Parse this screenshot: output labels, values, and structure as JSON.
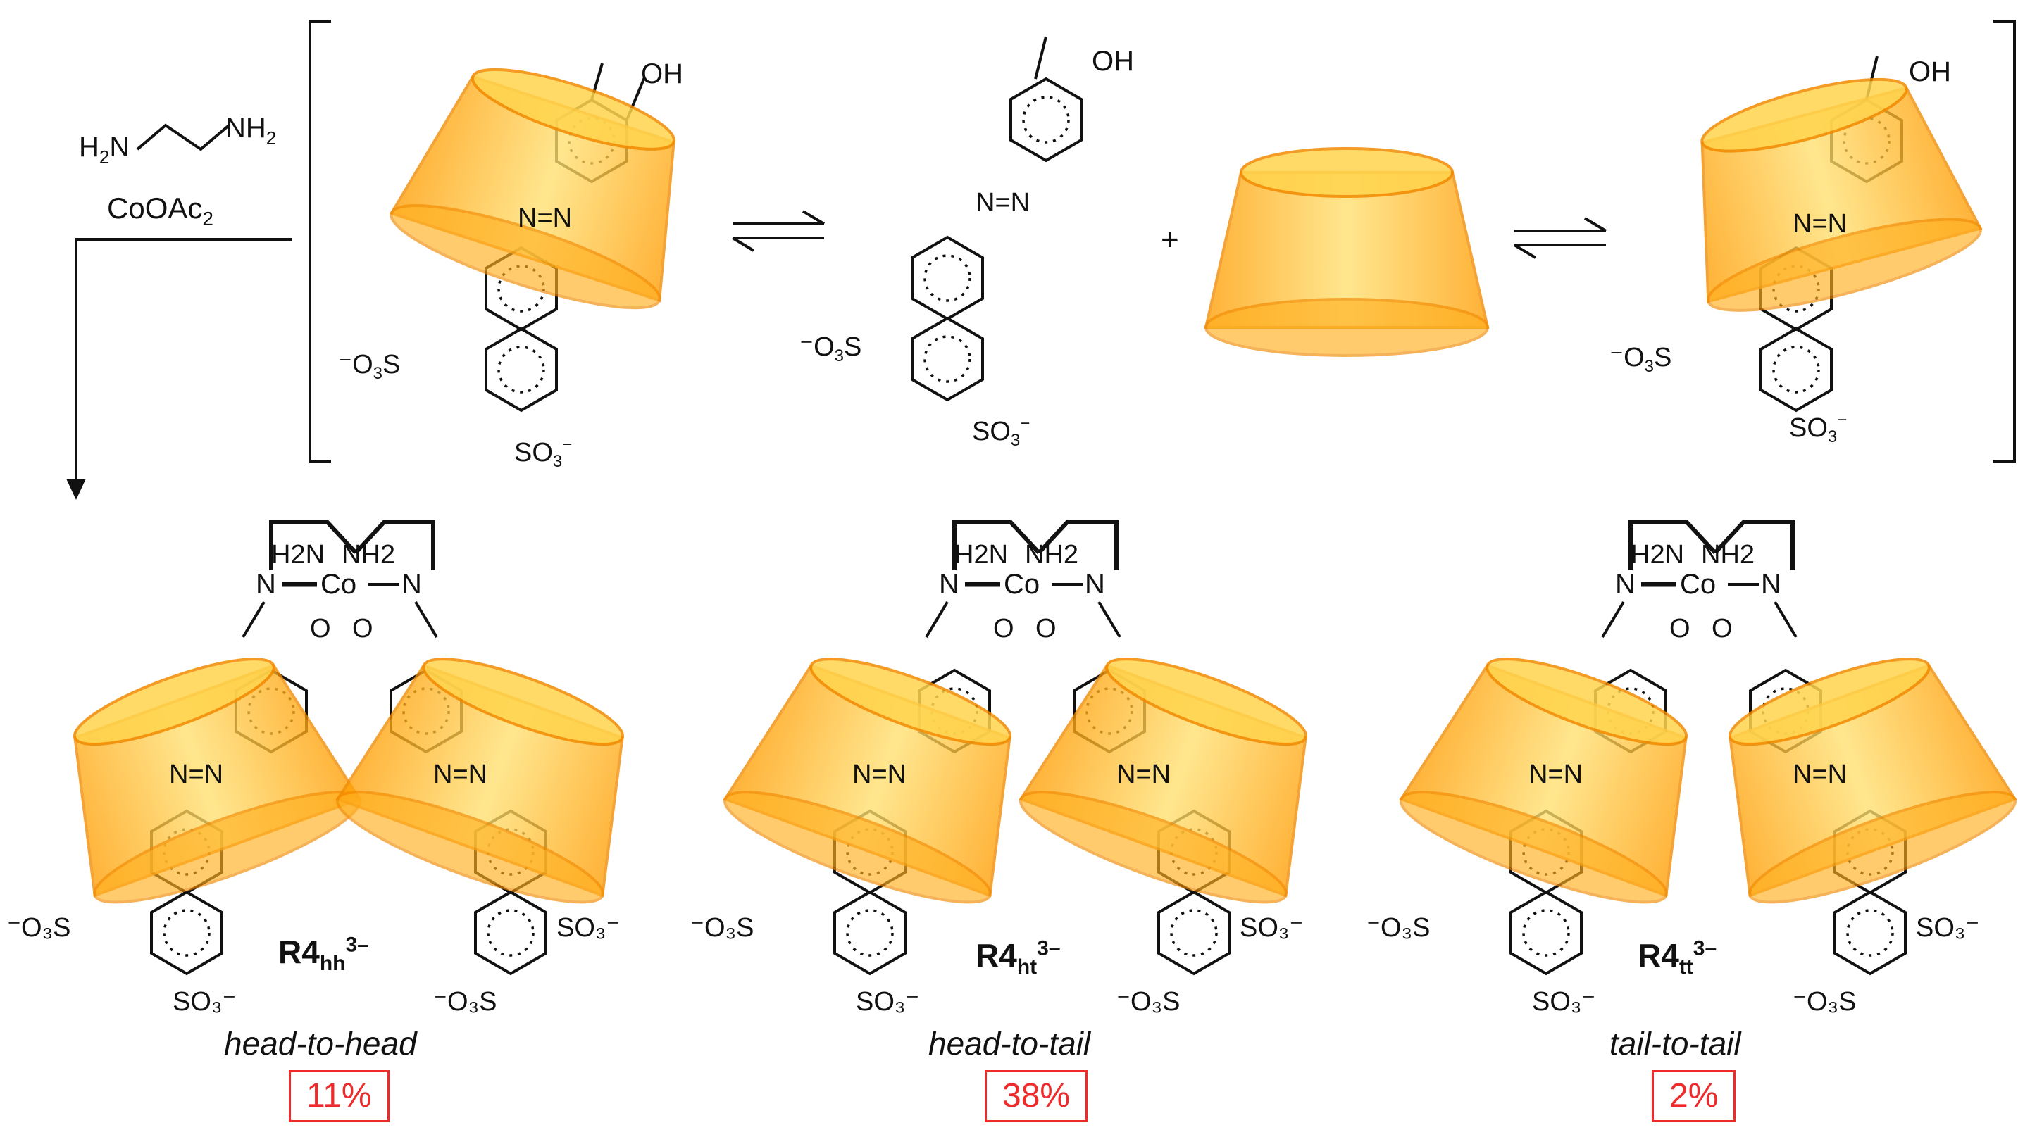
{
  "reagents": {
    "amine_left": "H",
    "amine_left_sub": "2",
    "amine_left_N": "N",
    "amine_right": "NH",
    "amine_right_sub": "2",
    "salt": "CoOAc",
    "salt_sub": "2"
  },
  "atom_labels": {
    "oh": "OH",
    "nn": "N=N",
    "so3": "SO",
    "o3s": "O",
    "co": "Co",
    "n": "N",
    "o": "O",
    "h2n": "H2N",
    "nh2": "NH2",
    "plus": "+"
  },
  "products": [
    {
      "name": "R4",
      "sub": "hh",
      "charge": "3–",
      "description": "head-to-head",
      "yield": "11%"
    },
    {
      "name": "R4",
      "sub": "ht",
      "charge": "3–",
      "description": "head-to-tail",
      "yield": "38%"
    },
    {
      "name": "R4",
      "sub": "tt",
      "charge": "3–",
      "description": "tail-to-tail",
      "yield": "2%"
    }
  ],
  "colors": {
    "cyclodextrin_fill": "#ffb020",
    "cyclodextrin_light": "#ffe27a",
    "cyclodextrin_edge": "#f28a00",
    "yield_box": "#ee2a2a",
    "ink": "#111111"
  }
}
